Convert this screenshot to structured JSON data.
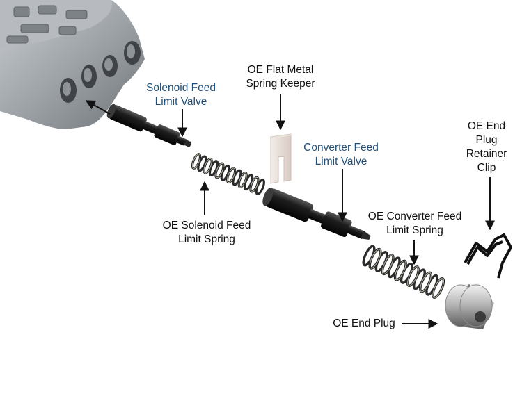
{
  "colors": {
    "highlight_label": "#1f4e79",
    "plain_label": "#111111",
    "arrow": "#111111"
  },
  "labels": {
    "solenoid_feed_valve": {
      "line1": "Solenoid Feed",
      "line2": "Limit Valve"
    },
    "flat_metal_keeper": {
      "line1": "OE Flat Metal",
      "line2": "Spring Keeper"
    },
    "converter_feed_valve": {
      "line1": "Converter Feed",
      "line2": "Limit Valve"
    },
    "end_plug_clip": {
      "line1": "OE End",
      "line2": "Plug",
      "line3": "Retainer",
      "line4": "Clip"
    },
    "solenoid_feed_spring": {
      "line1": "OE Solenoid Feed",
      "line2": "Limit Spring"
    },
    "converter_feed_spring": {
      "line1": "OE Converter Feed",
      "line2": "Limit Spring"
    },
    "end_plug": {
      "line1": "OE End Plug"
    }
  }
}
